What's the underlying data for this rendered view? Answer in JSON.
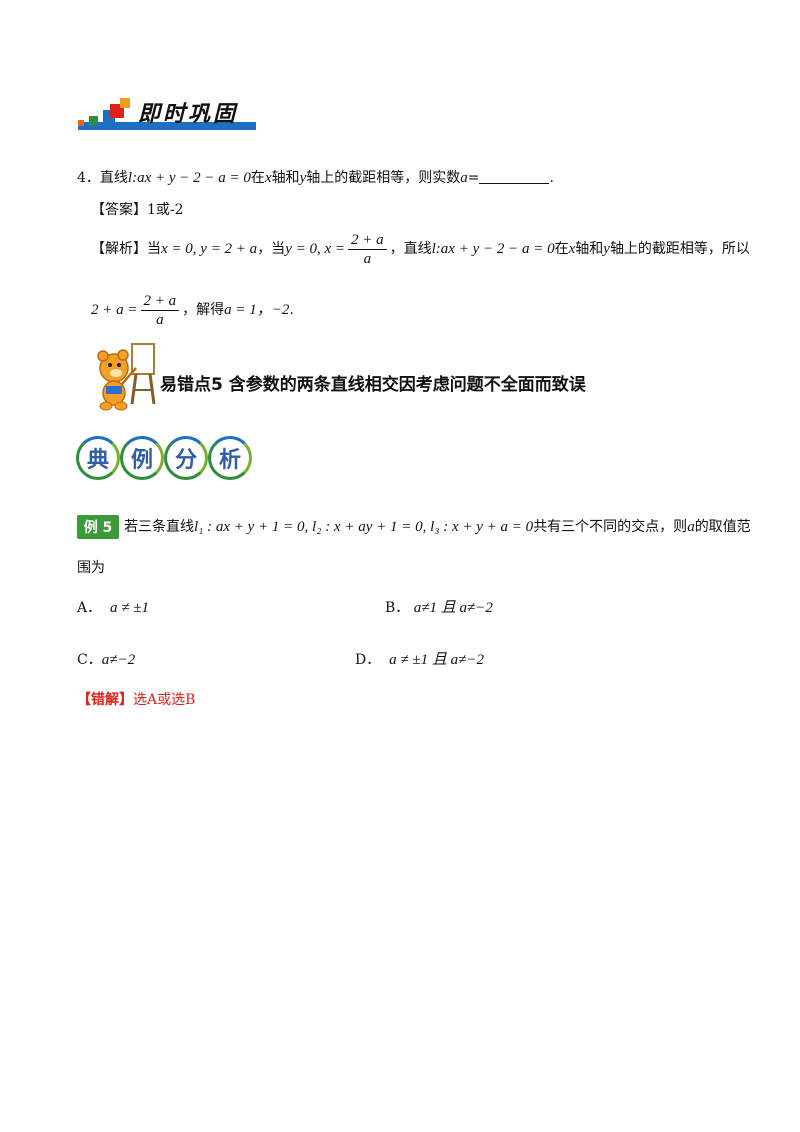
{
  "banner": {
    "title": "即时巩固",
    "colors": {
      "bar": "#1c6fc3",
      "sq1": "#e8651a",
      "sq2": "#2f8e3b",
      "sq3": "#1c6fc3",
      "sq4": "#e0211a",
      "sq5": "#f0a020"
    }
  },
  "q4": {
    "number": "4．",
    "stem_pre": "直线",
    "line_eq": "l:ax + y − 2 − a = 0",
    "stem_mid": "在",
    "x_var": "x",
    "stem_mid2": "轴和",
    "y_var": "y",
    "stem_mid3": "轴上的截距相等，则实数",
    "a_var": "a",
    "stem_post": "=",
    "blank_end": ".",
    "answer_label": "【答案】",
    "answer_value": "1或-2",
    "analysis_label": "【解析】",
    "analysis_p1": "当",
    "analysis_eq1": "x = 0, y = 2 + a",
    "analysis_p2": "，当",
    "analysis_eq2": "y = 0, x =",
    "frac_num": "2 + a",
    "frac_den": "a",
    "analysis_p3": "，直线",
    "analysis_line_eq": "l:ax + y − 2 − a = 0",
    "analysis_p4": "在",
    "analysis_p5": "轴和",
    "analysis_p6": "轴上的截距相等，所以",
    "line2_eq_left": "2 + a =",
    "line2_frac_num": "2 + a",
    "line2_frac_den": "a",
    "line2_p1": "，解得",
    "line2_eq": "a = 1，−2",
    "line2_end": "."
  },
  "section": {
    "title": "易错点5  含参数的两条直线相交因考虑问题不全面而致误"
  },
  "typical": {
    "chars": [
      "典",
      "例",
      "分",
      "析"
    ]
  },
  "example": {
    "badge": "例 5",
    "stem_p1": "若三条直线",
    "stem_eq": "l₁ : ax + y + 1 = 0, l₂ : x + ay + 1 = 0, l₃ : x + y + a = 0",
    "stem_p2": "共有三个不同的交点，则",
    "stem_var": "a",
    "stem_p3": "的取值范",
    "stem_line2": "围为",
    "options": [
      {
        "label": "A．",
        "text": "a ≠ ±1"
      },
      {
        "label": "B．",
        "text": "a≠1 且 a≠−2"
      },
      {
        "label": "C．",
        "text": "a≠−2"
      },
      {
        "label": "D．",
        "text": "a ≠ ±1 且 a≠−2"
      }
    ],
    "wrong_label": "【错解】",
    "wrong_text": "选A或选B"
  }
}
